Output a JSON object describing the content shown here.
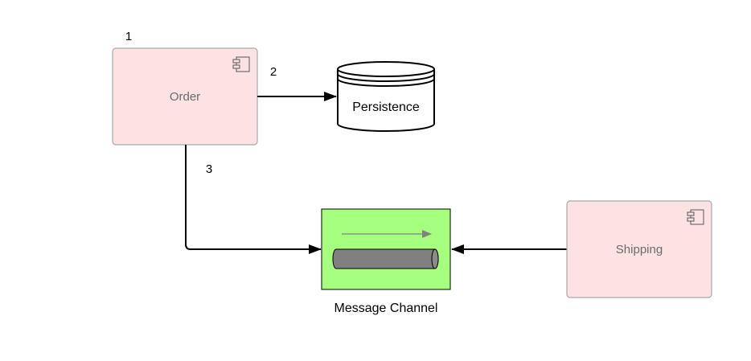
{
  "diagram": {
    "step_labels": {
      "one": "1",
      "two": "2",
      "three": "3"
    },
    "nodes": {
      "order": {
        "label": "Order",
        "icon": "component-icon",
        "fill": "#fde2e4",
        "stroke": "#a8a8a8"
      },
      "shipping": {
        "label": "Shipping",
        "icon": "component-icon",
        "fill": "#fde2e4",
        "stroke": "#a8a8a8"
      },
      "persistence": {
        "label": "Persistence",
        "icon": "database-cylinder-icon"
      },
      "message_channel": {
        "label": "Message Channel",
        "icon": "pipe-icon",
        "fill": "#a6ff7e",
        "pipe_color": "#808080"
      }
    },
    "edges": [
      {
        "from": "order",
        "to": "persistence",
        "label": "2"
      },
      {
        "from": "order",
        "to": "message_channel",
        "label": "3"
      },
      {
        "from": "shipping",
        "to": "message_channel"
      }
    ]
  }
}
